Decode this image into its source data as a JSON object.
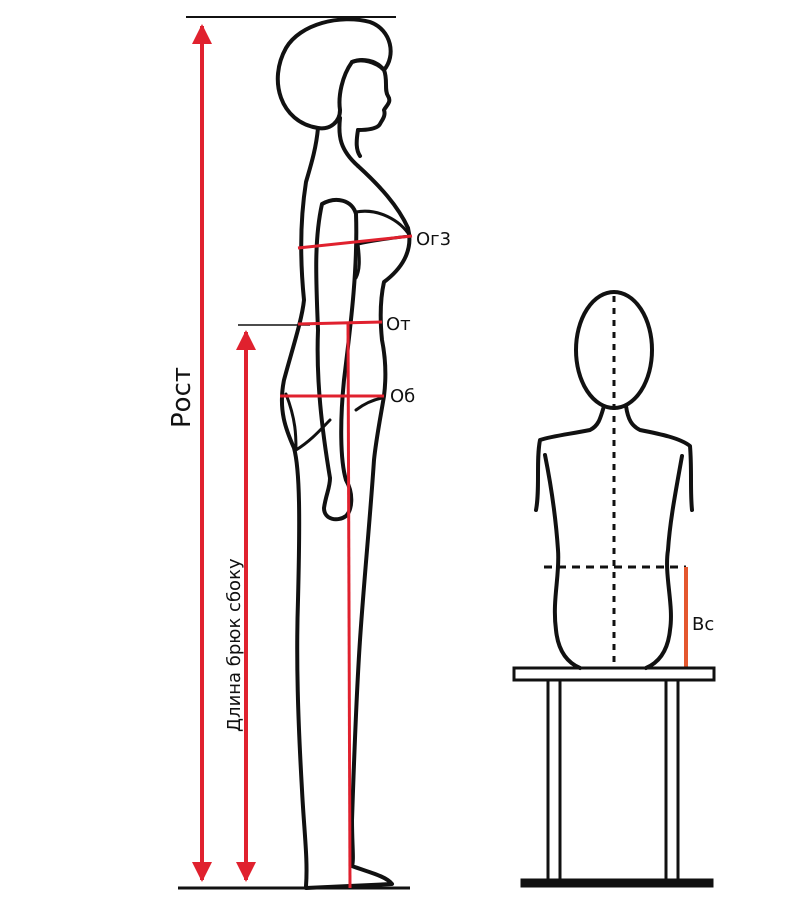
{
  "labels": {
    "height": "Рост",
    "trouser_length_side": "Длина брюк сбоку",
    "chest": "Ог3",
    "waist": "От",
    "hips": "Об",
    "seat_height": "Вс"
  },
  "colors": {
    "measure_red": "#e0212e",
    "seat_orange": "#e4572e",
    "outline": "#111111"
  }
}
